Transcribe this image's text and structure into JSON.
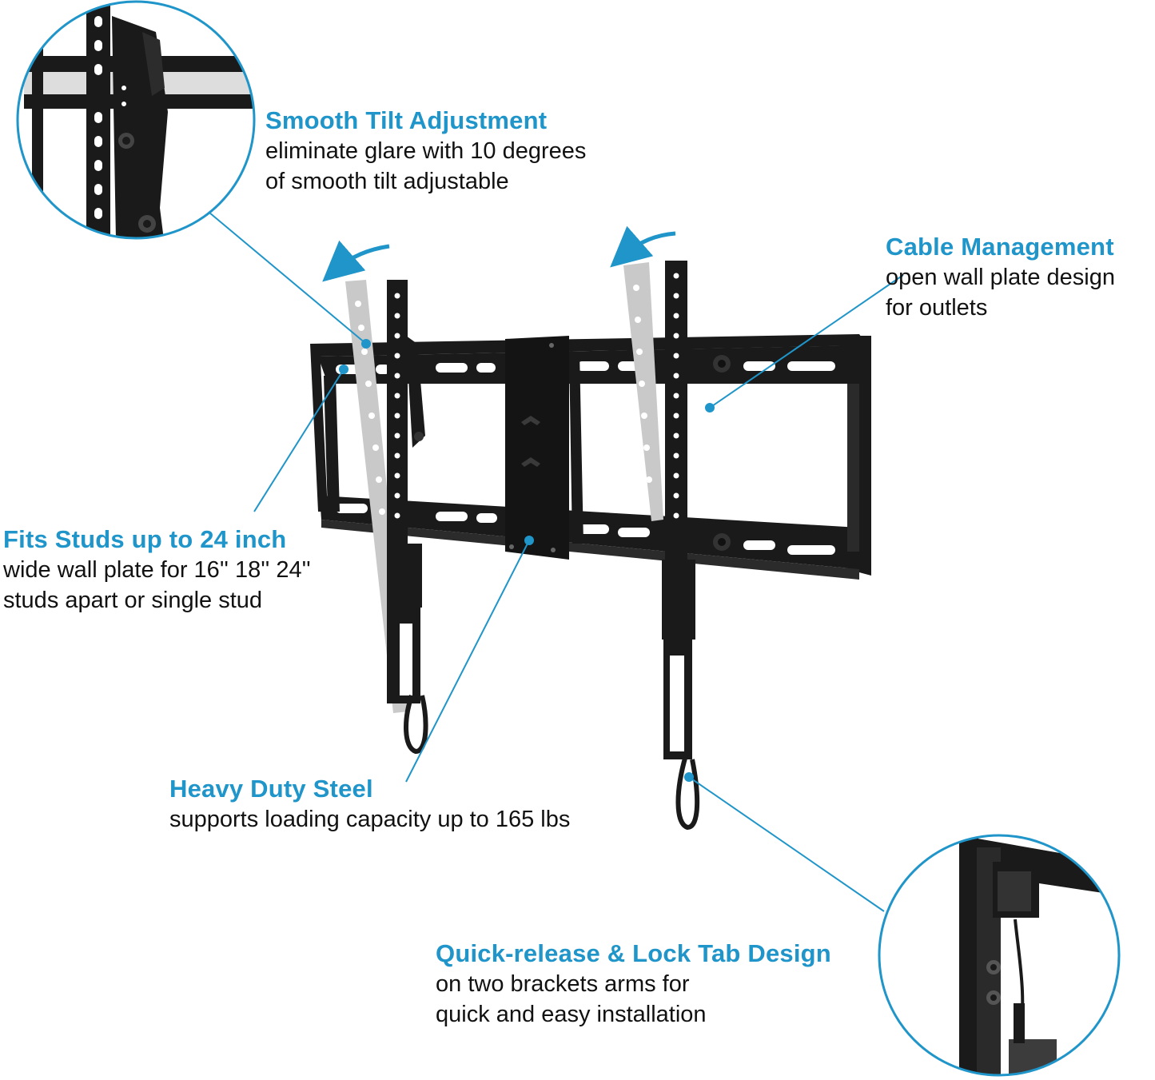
{
  "colors": {
    "accent": "#1f95c9",
    "text": "#111111",
    "steel": "#1a1a1a",
    "ghost": "#c9c9c9"
  },
  "features": {
    "tilt": {
      "title": "Smooth Tilt Adjustment",
      "line1": "eliminate glare with 10 degrees",
      "line2": "of smooth tilt adjustable"
    },
    "cable": {
      "title": "Cable Management",
      "line1": "open wall plate design",
      "line2": "for outlets"
    },
    "studs": {
      "title": "Fits Studs up to 24 inch",
      "line1": "wide wall plate for 16'' 18'' 24''",
      "line2": "studs apart or single stud"
    },
    "steel": {
      "title": "Heavy Duty Steel",
      "line1": "supports loading capacity up to 165 lbs"
    },
    "lock": {
      "title": "Quick-release & Lock Tab Design",
      "line1": "on two brackets arms for",
      "line2": "quick and easy installation"
    }
  }
}
